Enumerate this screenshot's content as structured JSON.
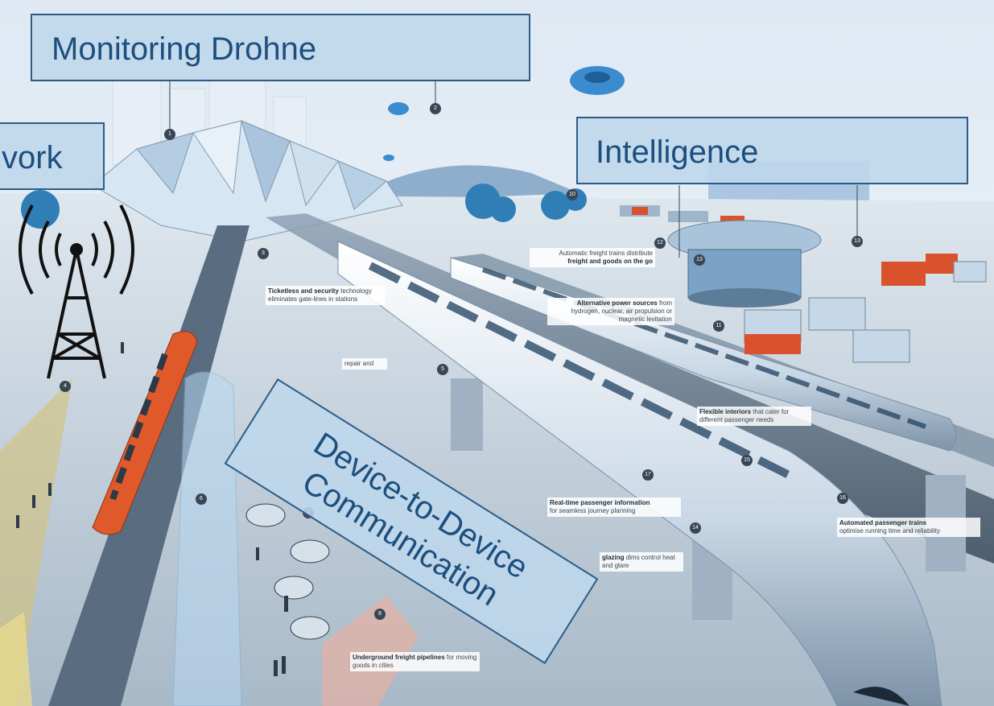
{
  "labels": {
    "monitoring": "Monitoring Drohne",
    "network": "vork",
    "intelligence": "Intelligence",
    "d2d": "Device-to-Device Communication"
  },
  "callouts": {
    "ticketless_b": "Ticketless and security",
    "ticketless_t": "technology eliminates gate-lines in stations",
    "repair": "repair and",
    "freight_t": "Automatic freight trains distribute",
    "freight_b": "freight and goods on the go",
    "power_b": "Alternative power sources",
    "power_t": "from hydrogen, nuclear, air propulsion or magnetic levitation",
    "interiors_b": "Flexible interiors",
    "interiors_t": "that cater for different passenger needs",
    "realtime_b": "Real-time passenger information",
    "realtime_t": "for seamless journey planning",
    "automated_b": "Automated passenger trains",
    "automated_t": "optimise running time and reliability",
    "glazing_b": "glazing",
    "glazing_t": "dims control heat and glare",
    "pipeline_b": "Underground freight pipelines",
    "pipeline_t": "for moving goods in cities"
  },
  "numbers": [
    "1",
    "2",
    "3",
    "4",
    "5",
    "6",
    "2",
    "8",
    "10",
    "11",
    "12",
    "13",
    "13",
    "14",
    "15",
    "16",
    "17"
  ],
  "colors": {
    "overlay_fill": "#bed7ec",
    "overlay_border": "#2c5c86",
    "overlay_text": "#1d4f7e",
    "train_red": "#e0592a",
    "container_red": "#d9522b"
  }
}
